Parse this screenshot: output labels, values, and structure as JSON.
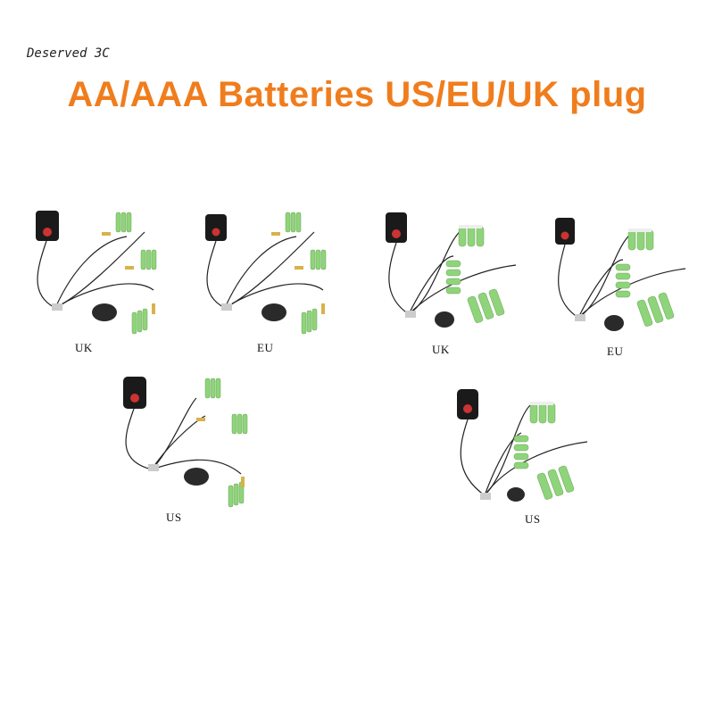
{
  "store_name": "Deserved 3C",
  "headline": "AA/AAA Batteries US/EU/UK plug",
  "products": [
    {
      "plug_label": "UK",
      "plug": "uk-plug-icon",
      "battery": "aaa"
    },
    {
      "plug_label": "EU",
      "plug": "eu-plug-icon",
      "battery": "aaa"
    },
    {
      "plug_label": "UK",
      "plug": "uk-plug-icon",
      "battery": "aa"
    },
    {
      "plug_label": "EU",
      "plug": "eu-plug-icon",
      "battery": "aa"
    },
    {
      "plug_label": "US",
      "plug": "us-plug-icon",
      "battery": "aaa"
    },
    {
      "plug_label": "US",
      "plug": "us-plug-icon",
      "battery": "aa"
    }
  ],
  "colors": {
    "headline": "#f07d1d",
    "battery": "#8fd47a",
    "adapter": "#1a1a1a",
    "connector": "#d8b24a"
  }
}
